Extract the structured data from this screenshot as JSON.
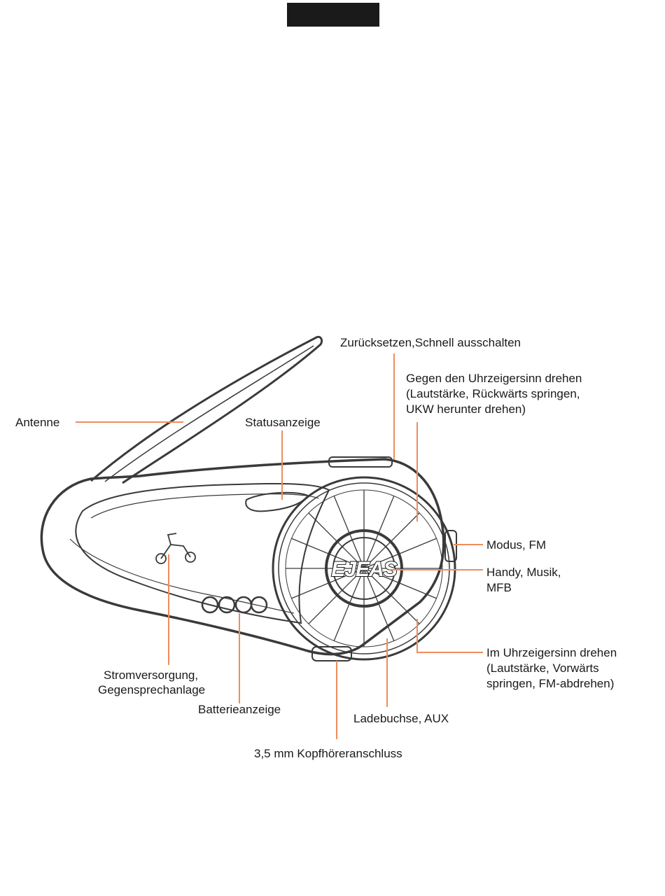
{
  "colors": {
    "leader": "#ef8d5c",
    "outline": "#3a3a3a",
    "header_bar": "#1a1a1a",
    "text": "#1a1a1a"
  },
  "logo_text": "EJEAS",
  "labels": {
    "antenna": "Antenne",
    "status": "Statusanzeige",
    "reset": "Zurücksetzen,Schnell ausschalten",
    "ccw_1": "Gegen den Uhrzeigersinn drehen",
    "ccw_2": "(Lautstärke, Rückwärts springen,",
    "ccw_3": "UKW herunter drehen)",
    "mode": "Modus, FM",
    "phone_1": "Handy, Musik,",
    "phone_2": "MFB",
    "cw_1": "Im Uhrzeigersinn drehen",
    "cw_2": "(Lautstärke, Vorwärts",
    "cw_3": "springen, FM-abdrehen)",
    "power_1": "Stromversorgung,",
    "power_2": "Gegensprechanlage",
    "battery": "Batterieanzeige",
    "charging": "Ladebuchse, AUX",
    "headphone": "3,5 mm Kopfhöreranschluss"
  }
}
